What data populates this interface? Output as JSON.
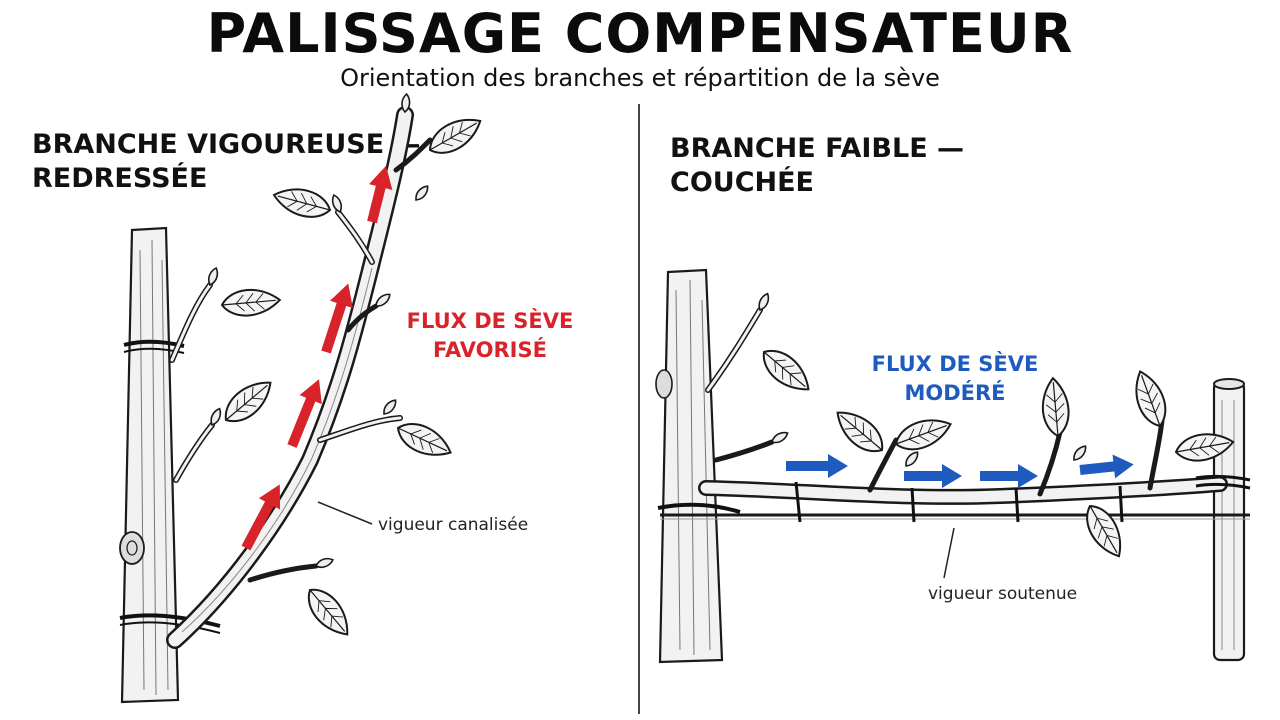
{
  "title": "PALISSAGE COMPENSATEUR",
  "subtitle": "Orientation des branches et répartition de la sève",
  "left_panel": {
    "heading_line1": "BRANCHE VIGOUREUSE —",
    "heading_line2": "REDRESSÉE",
    "flux_line1": "FLUX DE SÈVE",
    "flux_line2": "FAVORISÉ",
    "callout": "vigueur canalisée"
  },
  "right_panel": {
    "heading_line1": "BRANCHE FAIBLE —",
    "heading_line2": "COUCHÉE",
    "flux_line1": "FLUX DE SÈVE",
    "flux_line2": "MODÉRÉ",
    "callout": "vigueur soutenue"
  },
  "colors": {
    "favored_flow": "#d8232a",
    "moderate_flow": "#1f5bbf",
    "ink": "#1a1a1a"
  },
  "icons": {
    "upward_arrows": "red-up-arrow",
    "horizontal_arrows": "blue-right-arrow"
  }
}
